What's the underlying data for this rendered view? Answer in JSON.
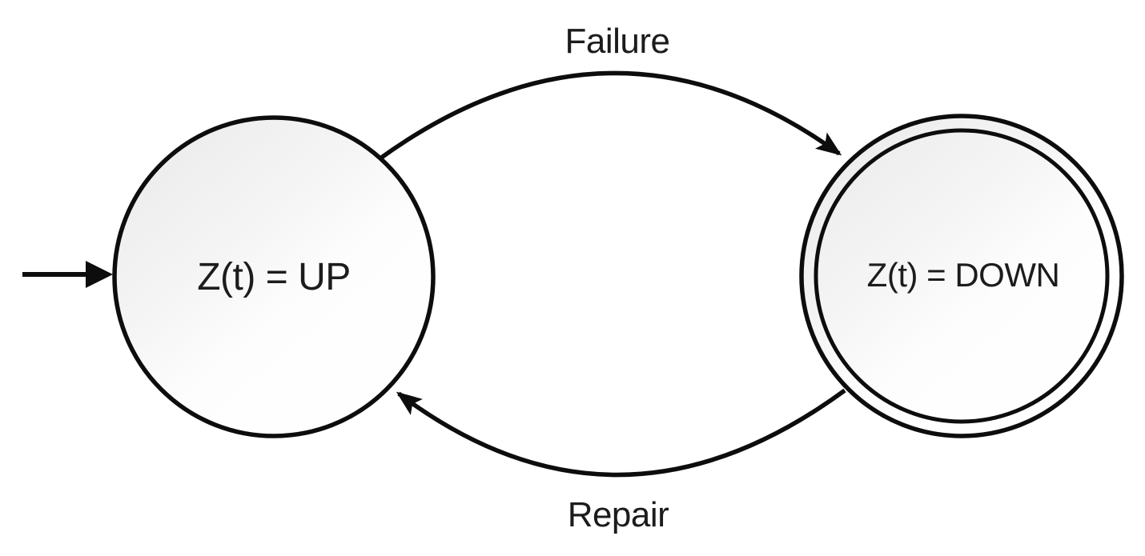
{
  "diagram": {
    "kind": "two-state availability state diagram",
    "states": {
      "up": {
        "label": "Z(t) = UP",
        "shape": "circle",
        "initial": true
      },
      "down": {
        "label": "Z(t) = DOWN",
        "shape": "double-circle",
        "accepting": true
      }
    },
    "transitions": {
      "failure": {
        "label": "Failure",
        "from": "Z(t) = UP",
        "to": "Z(t) = DOWN"
      },
      "repair": {
        "label": "Repair",
        "from": "Z(t) = DOWN",
        "to": "Z(t) = UP"
      }
    },
    "colors": {
      "background": "#ffffff",
      "stroke": "#0d0d0d",
      "state_fill_top_left": "#e9e9e9",
      "state_fill_bottom_right": "#ffffff",
      "text": "#1c1c1c"
    }
  }
}
